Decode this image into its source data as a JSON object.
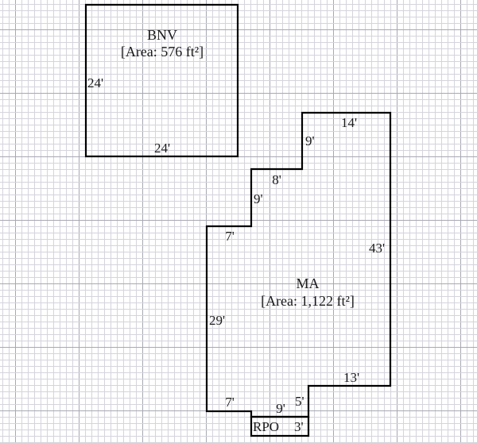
{
  "diagram": {
    "type": "floor-plan-sketch",
    "colors": {
      "background": "#ffffff",
      "grid_minor": "#d4d4dc",
      "grid_major": "#a8a8b4",
      "wall": "#000000",
      "text": "#1a1a1a"
    },
    "areas": [
      {
        "id": "bnv",
        "name": "BNV",
        "area_label": "[Area: 576 ft²]",
        "dimensions": {
          "left": "24'",
          "bottom": "24'"
        }
      },
      {
        "id": "ma",
        "name": "MA",
        "area_label": "[Area: 1,122 ft²]",
        "dimensions": {
          "top": "14'",
          "upper_left_step_vertical": "9'",
          "middle_step_horizontal": "8'",
          "lower_step_vertical": "9'",
          "left_step_horizontal": "7'",
          "left_wall": "29'",
          "right_wall": "43'",
          "bottom_right_horizontal": "13'",
          "bottom_right_vertical": "5'",
          "bottom_left_horizontal": "7'",
          "bottom_middle": "9'"
        }
      },
      {
        "id": "rpo",
        "name": "RPO",
        "dimensions": {
          "width": "3'"
        }
      }
    ]
  }
}
